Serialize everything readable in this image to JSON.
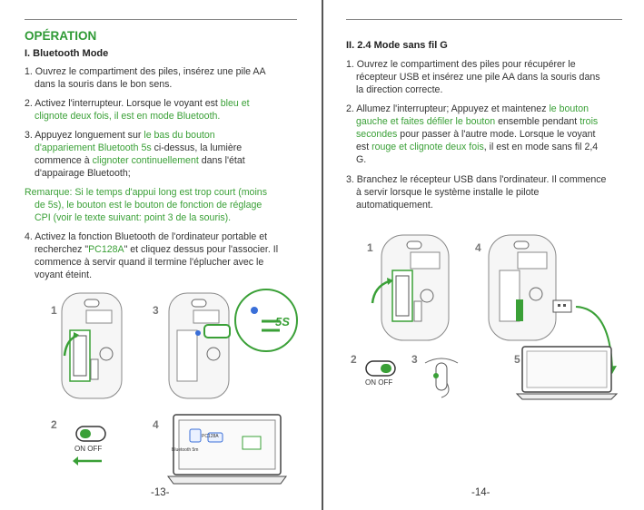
{
  "accent_color": "#3aa037",
  "left": {
    "heading": "OPÉRATION",
    "subheading": "I. Bluetooth Mode",
    "step1_a": "1. Ouvrez le compartiment des piles, insérez une pile AA",
    "step1_b": "dans la souris dans le bon sens.",
    "step2_a1": "2. Activez l'interrupteur. Lorsque le voyant est ",
    "step2_a2": "bleu et",
    "step2_b": "clignote deux fois, il est en mode Bluetooth.",
    "step3_a1": "3. Appuyez longuement sur ",
    "step3_a2": "le bas du bouton",
    "step3_b1": "d'appariement Bluetooth 5s",
    "step3_b2": " ci-dessus, la lumière",
    "step3_c1": "commence à ",
    "step3_c2": "clignoter continuellement",
    "step3_c3": " dans l'état",
    "step3_d": "d'appairage Bluetooth;",
    "remark_a": "Remarque: Si le temps d'appui long est trop court (moins",
    "remark_b": "de 5s), le bouton est le bouton de fonction de réglage",
    "remark_c": "CPI (voir le texte suivant: point 3 de la souris).",
    "step4_a": "4. Activez la fonction Bluetooth de l'ordinateur portable et",
    "step4_b1": "recherchez \"",
    "step4_b2": "PC128A",
    "step4_b3": "\" et cliquez dessus pour l'associer. Il",
    "step4_c": "commence à servir quand il termine l'éplucher avec le",
    "step4_d": "voyant éteint.",
    "page_number": "-13-",
    "fig_labels": [
      "1",
      "3",
      "2",
      "4"
    ],
    "switch_on": "ON",
    "switch_off": "OFF",
    "press_time": "5S",
    "screen_device": "PC128A",
    "screen_bt_label": "Bluetooth 5m"
  },
  "right": {
    "subheading": "II. 2.4 Mode sans fil G",
    "step1_a": "1. Ouvrez le compartiment des piles pour récupérer le",
    "step1_b": "récepteur USB et insérez une pile AA dans la souris dans",
    "step1_c": "la direction correcte.",
    "step2_a1": "2. Allumez l'interrupteur; Appuyez et maintenez ",
    "step2_a2": "le bouton",
    "step2_b1": "gauche et faites défiler le bouton",
    "step2_b2": " ensemble pendant ",
    "step2_b3": "trois",
    "step2_c1": "secondes",
    "step2_c2": " pour passer à l'autre mode. Lorsque le voyant",
    "step2_d1": "est ",
    "step2_d2": "rouge et clignote deux fois",
    "step2_d3": ", il est en mode sans fil 2,4",
    "step2_e": "G.",
    "step3_a": "3. Branchez le récepteur USB dans l'ordinateur. Il commence",
    "step3_b": "à servir lorsque le système installe le pilote",
    "step3_c": "automatiquement.",
    "page_number": "-14-",
    "fig_labels": [
      "1",
      "4",
      "2",
      "3",
      "5"
    ],
    "switch_on": "ON",
    "switch_off": "OFF"
  }
}
